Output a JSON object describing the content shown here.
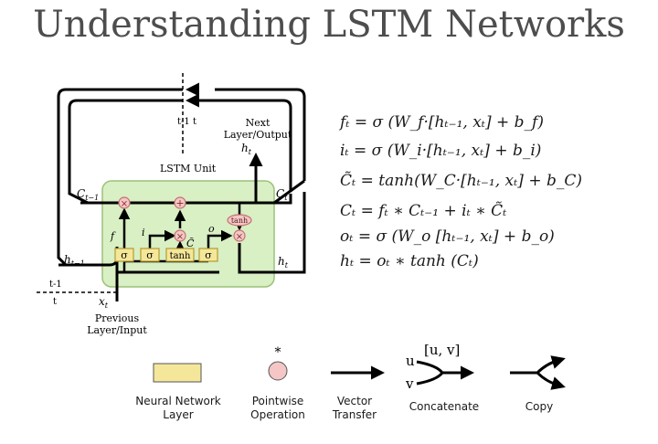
{
  "title": "Understanding LSTM Networks",
  "diagram": {
    "unit_label": "LSTM Unit",
    "time_top": "t-1  t",
    "time_left_top": "t-1",
    "time_left_bottom": "t",
    "next_layer": [
      "Next",
      "Layer/Output"
    ],
    "prev_layer": [
      "Previous",
      "Layer/Input"
    ],
    "c_prev": "C",
    "c_prev_sub": "t−1",
    "c_next": "C",
    "c_next_sub": "t",
    "h_prev": "h",
    "h_prev_sub": "t−1",
    "h_next": "h",
    "h_next_sub": "t",
    "h_out": "h",
    "h_out_sub": "t",
    "x_in": "x",
    "x_in_sub": "t",
    "ft": "f",
    "it": "i",
    "ct_tilde": "C̃",
    "ot": "o",
    "gate_sigma": "σ",
    "gate_tanh": "tanh",
    "op_tanh": "tanh",
    "op_mult": "×",
    "op_add": "+"
  },
  "equations": [
    "fₜ = σ (W_f·[hₜ₋₁, xₜ]  +  b_f)",
    "iₜ = σ (W_i·[hₜ₋₁, xₜ]  +  b_i)",
    "C̃ₜ = tanh(W_C·[hₜ₋₁, xₜ]  +  b_C)",
    "Cₜ = fₜ ∗ Cₜ₋₁ + iₜ ∗ C̃ₜ",
    "oₜ = σ (W_o [hₜ₋₁, xₜ]  +  b_o)",
    "hₜ = oₜ ∗ tanh (Cₜ)"
  ],
  "legend": {
    "nn_layer": "Neural Network Layer",
    "pointwise_star": "*",
    "pointwise": "Pointwise Operation",
    "vector": "Vector Transfer",
    "concat_label": "[u, v]",
    "concat_u": "u",
    "concat_v": "v",
    "concatenate": "Concatenate",
    "copy": "Copy"
  },
  "colors": {
    "cell_fill": "#d9efc4",
    "cell_stroke": "#9cc27a",
    "layer_fill": "#f5e79a",
    "layer_stroke": "#b59c2e",
    "op_fill": "#f4c6c6",
    "op_stroke": "#c27070",
    "line": "#000000"
  }
}
